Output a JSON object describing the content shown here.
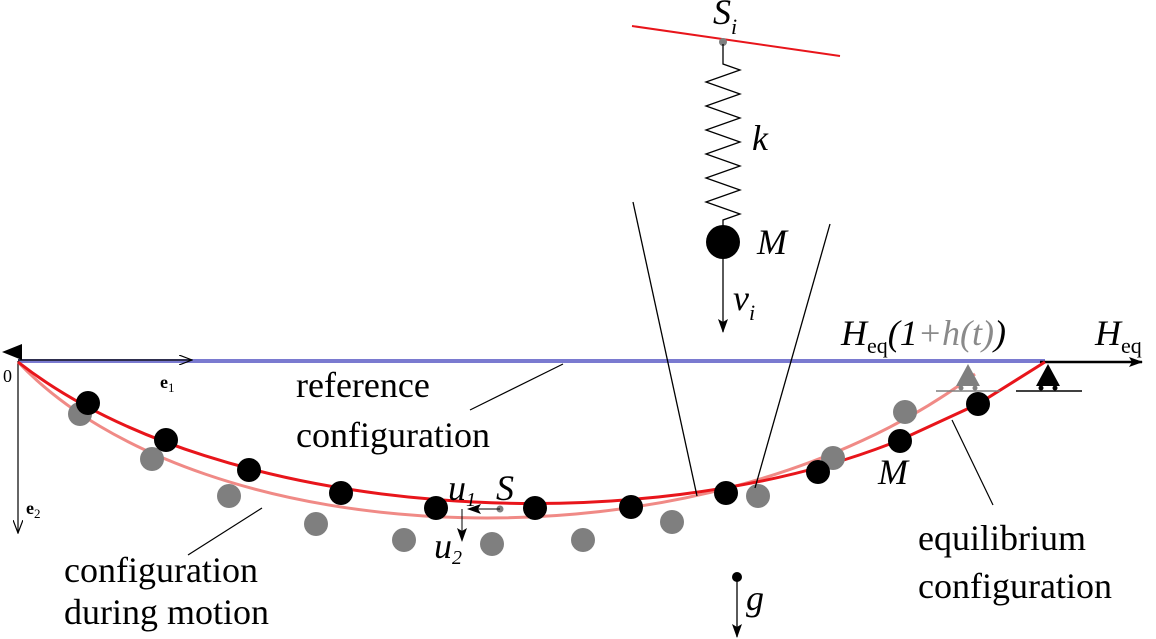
{
  "labels": {
    "spring_node": "S",
    "spring_node_sub": "i",
    "spring_constant": "k",
    "mass_top": "M",
    "velocity": "v",
    "velocity_sub": "i",
    "tension_left_H": "H",
    "tension_left_sub": "eq",
    "tension_left_paren_open": "(",
    "tension_left_one": "1",
    "tension_left_plus_h": "+h(t)",
    "tension_left_paren_close": ")",
    "tension_right_H": "H",
    "tension_right_sub": "eq",
    "origin": "0",
    "basis_e1": "e",
    "basis_e1_sub": "1",
    "basis_e2": "e",
    "basis_e2_sub": "2",
    "reference_line1": "reference",
    "reference_line2": "configuration",
    "disp_u1": "u",
    "disp_u1_sub": "1",
    "point_S": "S",
    "disp_u2": "u",
    "disp_u2_sub": "2",
    "mass_cable": "M",
    "equilibrium_line1": "equilibrium",
    "equilibrium_line2": "configuration",
    "motion_line1": "configuration",
    "motion_line2": "during motion",
    "gravity": "g"
  },
  "colors": {
    "equilibrium_curve": "#e8151b",
    "motion_curve": "#f08a86",
    "reference_line": "#7a7ad0",
    "gray_mass": "#7f7f7f",
    "black": "#000000"
  }
}
